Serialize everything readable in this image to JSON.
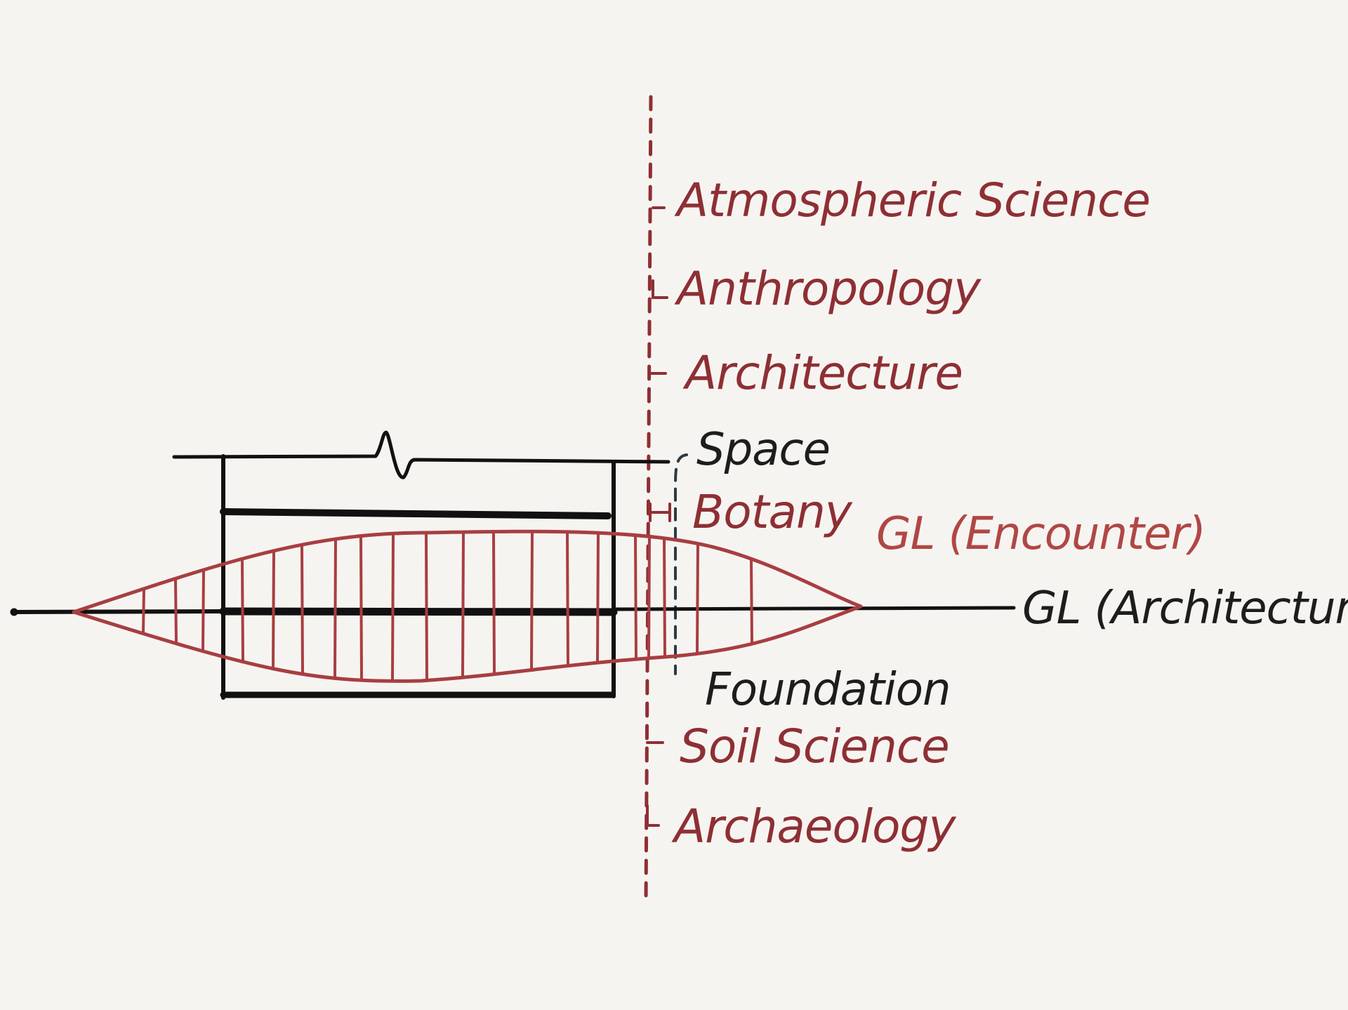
{
  "colors": {
    "background": "#f6f4f1",
    "ink_black": "#111111",
    "ink_red": "#8e2f34",
    "ink_red_light": "#b04744",
    "ink_gray": "#2c3b42"
  },
  "labels": {
    "atmospheric_science": "Atmospheric Science",
    "anthropology": "Anthropology",
    "architecture": "Architecture",
    "space": "Space",
    "botany": "Botany",
    "gl_encounter": "GL (Encounter)",
    "gl_architecture": "GL (Architecture)",
    "foundation": "Foundation",
    "soil_science": "Soil Science",
    "archaeology": "Archaeology"
  }
}
